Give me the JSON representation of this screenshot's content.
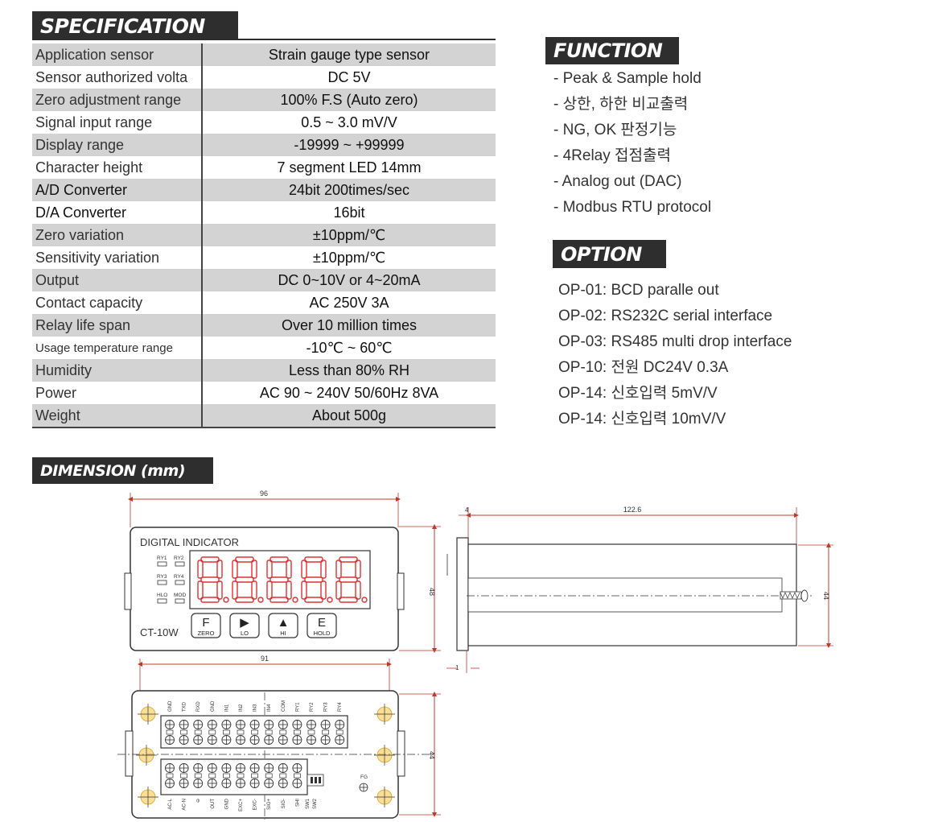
{
  "specification": {
    "title": "SPECIFICATION",
    "rows": [
      {
        "label": "Application sensor",
        "value": "Strain gauge type sensor"
      },
      {
        "label": "Sensor authorized volta",
        "value": "DC 5V"
      },
      {
        "label": "Zero adjustment range",
        "value": "100% F.S (Auto zero)"
      },
      {
        "label": "Signal input range",
        "value": "0.5 ~ 3.0 mV/V"
      },
      {
        "label": "Display range",
        "value": "-19999 ~ +99999"
      },
      {
        "label": "Character height",
        "value": "7 segment LED 14mm"
      },
      {
        "label": "A/D Converter",
        "value": "24bit 200times/sec"
      },
      {
        "label": "D/A Converter",
        "value": "16bit"
      },
      {
        "label": "Zero variation",
        "value": "±10ppm/℃"
      },
      {
        "label": "Sensitivity variation",
        "value": "±10ppm/℃"
      },
      {
        "label": "Output",
        "value": "DC 0~10V or 4~20mA"
      },
      {
        "label": "Contact capacity",
        "value": "AC 250V 3A"
      },
      {
        "label": "Relay life span",
        "value": "Over 10 million times"
      },
      {
        "label": "Usage temperature range",
        "value": "-10℃ ~ 60℃"
      },
      {
        "label": "Humidity",
        "value": "Less than 80% RH"
      },
      {
        "label": "Power",
        "value": "AC 90 ~ 240V 50/60Hz 8VA"
      },
      {
        "label": "Weight",
        "value": "About 500g"
      }
    ]
  },
  "function": {
    "title": "FUNCTION",
    "items": [
      "- Peak & Sample hold",
      "- 상한, 하한 비교출력",
      "- NG, OK 판정기능",
      "- 4Relay 접점출력",
      "- Analog out (DAC)",
      "- Modbus RTU protocol"
    ]
  },
  "option": {
    "title": "OPTION",
    "items": [
      "OP-01: BCD paralle out",
      "OP-02: RS232C serial interface",
      "OP-03: RS485 multi drop interface",
      "OP-10: 전원 DC24V 0.3A",
      "OP-14: 신호입력 5mV/V",
      "OP-14: 신호입력 10mV/V"
    ]
  },
  "dimension": {
    "title": "DIMENSION (mm)",
    "front_width": "96",
    "front_height": "48",
    "side_length": "122.6",
    "side_flange": "4",
    "side_gap": "1",
    "side_height": "44",
    "rear_width": "91",
    "rear_height": "44",
    "panel": {
      "title": "DIGITAL INDICATOR",
      "model": "CT-10W",
      "leds": [
        "RY1",
        "RY2",
        "RY3",
        "RY4",
        "HLO",
        "MOD"
      ],
      "buttons": [
        {
          "glyph": "F",
          "label": "ZERO"
        },
        {
          "glyph": "▶",
          "label": "LO"
        },
        {
          "glyph": "▲",
          "label": "HI"
        },
        {
          "glyph": "E",
          "label": "HOLD"
        }
      ]
    },
    "terminals_top": [
      "GND",
      "TXD",
      "RXD",
      "GND",
      "IN1",
      "IN2",
      "IN3",
      "IN4",
      "COM",
      "RY1",
      "RY2",
      "RY3",
      "RY4"
    ],
    "terminals_bottom": [
      "AC-L",
      "AC-N",
      "⊖",
      "OUT",
      "GND",
      "EXC+",
      "EXC-",
      "SIG+",
      "SIG-",
      "SHI",
      "SW1",
      "SW2"
    ],
    "fg_label": "FG"
  },
  "colors": {
    "header_bg": "#2e2e2e",
    "row_gray": "#d3d3d3",
    "led_red": "#e03030",
    "dim_red": "#c0392b",
    "mount_yellow": "#f5c242"
  }
}
